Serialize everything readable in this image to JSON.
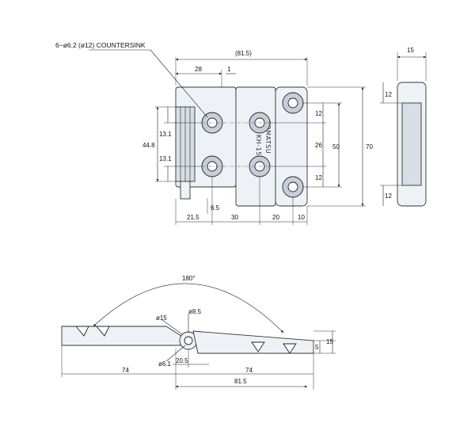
{
  "callout": {
    "label": "6−ø6.2 (ø12) COUNTERSINK"
  },
  "part_marking": "KH-150",
  "brand_mark": "KOMATSU",
  "top_view": {
    "overall_width": "(81.5)",
    "dim_28": "28",
    "dim_1": "1",
    "height_70": "70",
    "height_50": "50",
    "height_26": "26",
    "dim_12_upper": "12",
    "dim_12_lower": "12",
    "dim_44_8": "44.8",
    "dim_13_1_upper": "13.1",
    "dim_13_1_lower": "13.1",
    "dim_6_5": "6.5",
    "bottom_21_5": "21.5",
    "bottom_30": "30",
    "bottom_20": "20",
    "bottom_10": "10"
  },
  "side_view": {
    "thickness_15": "15",
    "dim_12_top": "12",
    "dim_12_bottom": "12"
  },
  "front_view": {
    "angle": "180°",
    "dia_15": "ø15",
    "dia_8_5": "ø8.5",
    "dia_6_1": "ø6.1",
    "dim_20_5": "20.5",
    "dim_74_left": "74",
    "dim_74_right": "74",
    "dim_81_5": "81.5",
    "dim_5": "5",
    "dim_15": "15"
  }
}
